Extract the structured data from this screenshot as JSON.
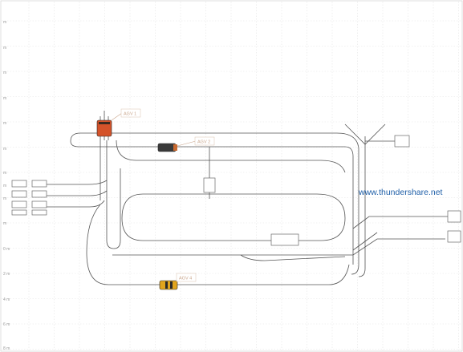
{
  "watermark": "www.thundershare.net",
  "y_axis_ticks": [
    "m",
    "m",
    "m",
    "m",
    "m",
    "m",
    "m",
    "m",
    "m",
    "m",
    "0 m",
    "2 m",
    "4 m",
    "6 m",
    "8 m"
  ],
  "agvs": [
    {
      "id": "agv-1",
      "label": "AGV 1",
      "color": "#d4532a"
    },
    {
      "id": "agv-2",
      "label": "AGV 2",
      "color": "#3a3a3a"
    },
    {
      "id": "agv-4",
      "label": "AGV 4",
      "color": "#e0a41c"
    }
  ],
  "colors": {
    "grid": "#e4e4e4",
    "track": "#555555",
    "watermark": "#1f5fa8",
    "agv_tag": "#c9a48a"
  }
}
